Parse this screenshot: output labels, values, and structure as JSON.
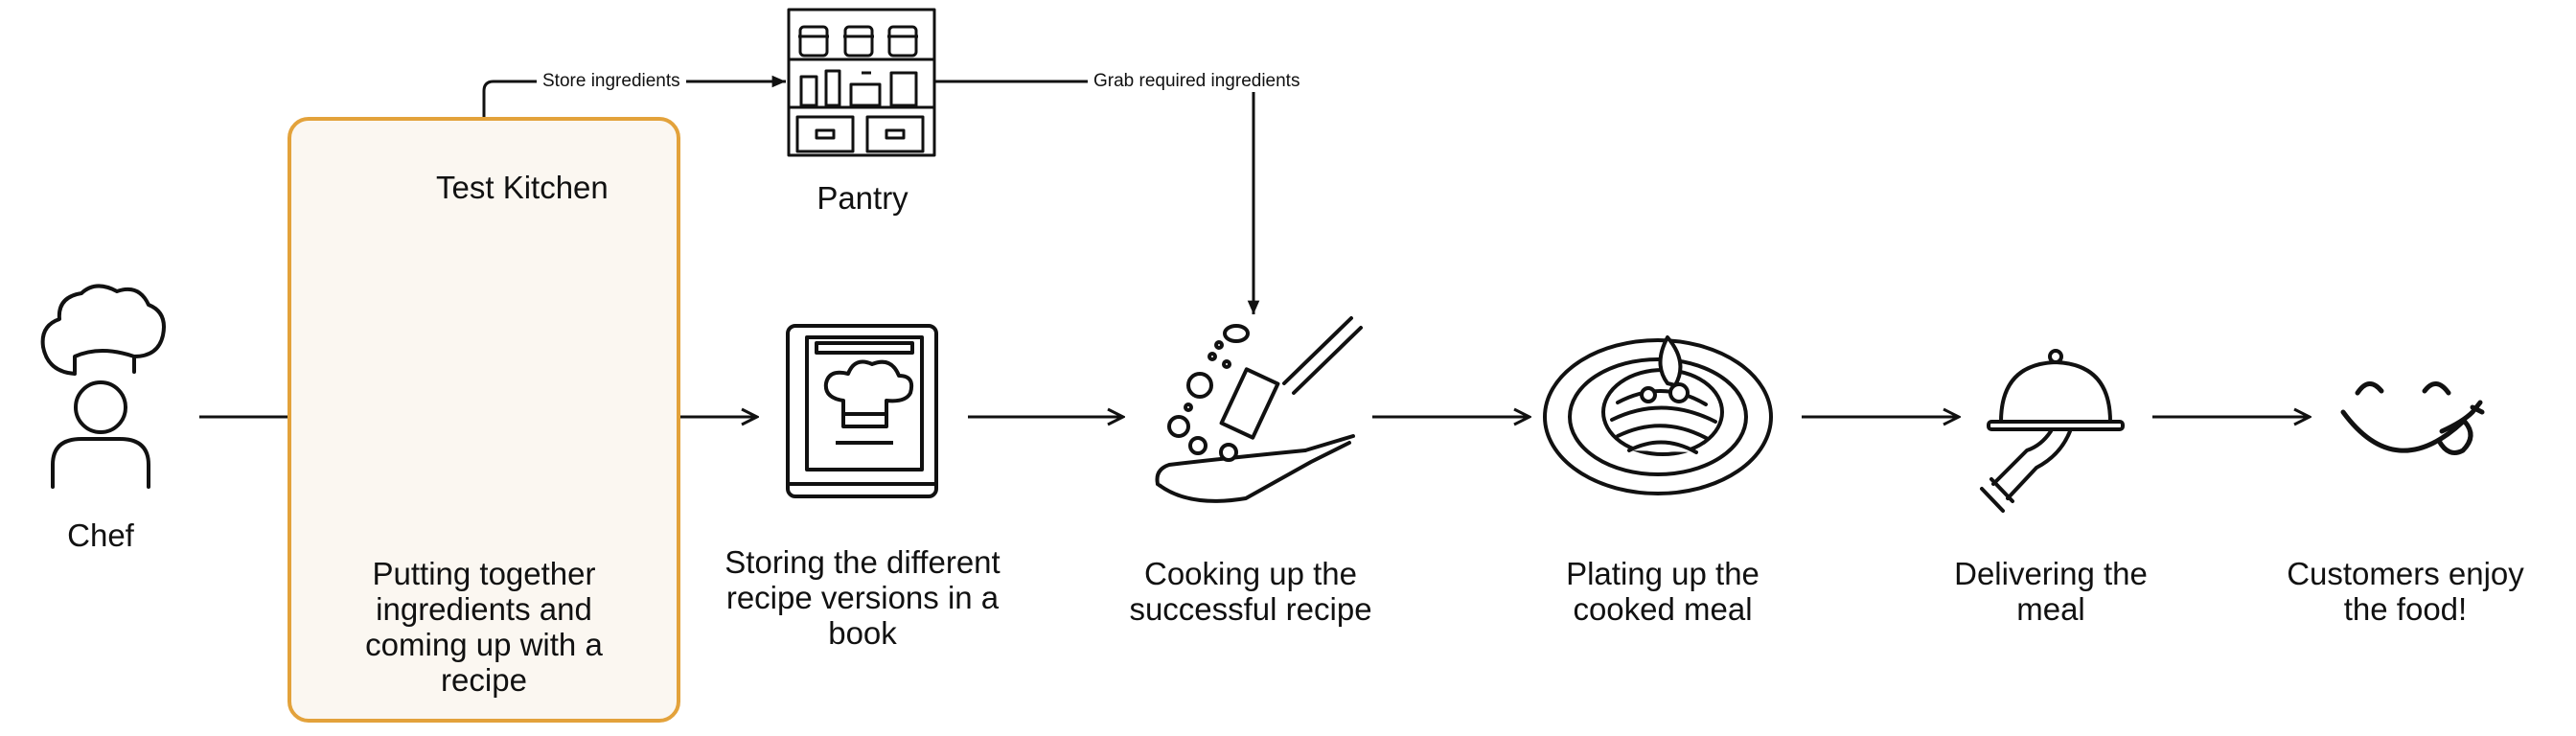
{
  "diagram": {
    "colors": {
      "accent": "#E3A23B",
      "box_fill": "#FBF7F1",
      "line": "#111111"
    },
    "nodes": {
      "chef": {
        "label": "Chef",
        "icon": "chef-icon"
      },
      "test_kitchen": {
        "title": "Test Kitchen",
        "icon": "kitchen-icon"
      },
      "recipe": {
        "label": "Putting together ingredients and coming up with a recipe",
        "icon": "recipe-book-bowl-icon"
      },
      "pantry": {
        "label": "Pantry",
        "icon": "pantry-shelf-icon"
      },
      "book": {
        "label": "Storing the different recipe versions in a book",
        "icon": "recipe-book-icon"
      },
      "cooking": {
        "label": "Cooking up the successful recipe",
        "icon": "pan-spatula-icon"
      },
      "plating": {
        "label": "Plating up the cooked meal",
        "icon": "spaghetti-plate-icon"
      },
      "delivering": {
        "label": "Delivering the meal",
        "icon": "cloche-hand-icon"
      },
      "customers": {
        "label": "Customers enjoy the food!",
        "icon": "yummy-face-icon"
      }
    },
    "edges": {
      "store": {
        "label": "Store ingredients"
      },
      "grab": {
        "label": "Grab required ingredients"
      }
    }
  }
}
